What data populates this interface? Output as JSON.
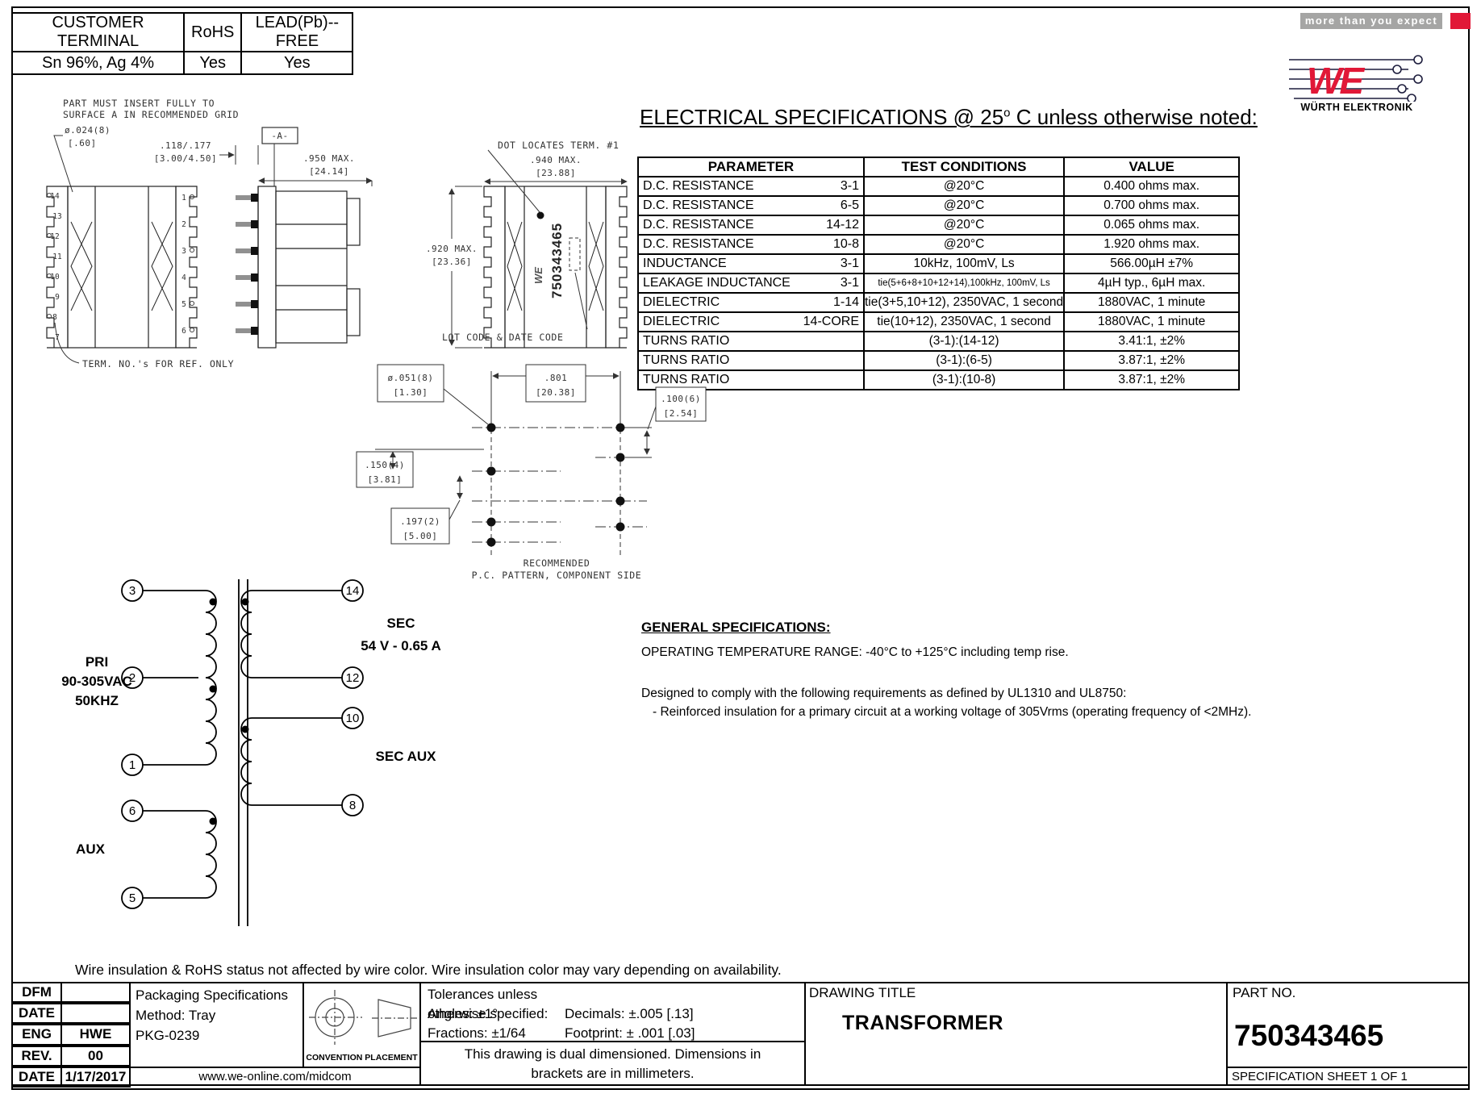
{
  "header": {
    "col1": "CUSTOMER TERMINAL",
    "col2": "RoHS",
    "col3": "LEAD(Pb)--FREE",
    "val1": "Sn 96%, Ag 4%",
    "val2": "Yes",
    "val3": "Yes"
  },
  "brand": {
    "tagline": "more than you expect",
    "logo": "WE",
    "company": "WÜRTH ELEKTRONIK",
    "red": "#e11837"
  },
  "spec_title": {
    "pre": "ELECTRICAL SPECIFICATIONS @ 25",
    "sup": "o",
    "post": " C unless otherwise noted:"
  },
  "spec_table": {
    "headers": [
      "PARAMETER",
      "TEST CONDITIONS",
      "VALUE"
    ],
    "rows": [
      {
        "param": "D.C. RESISTANCE",
        "pins": "3-1",
        "cond": "@20°C",
        "value": "0.400 ohms  max."
      },
      {
        "param": "D.C. RESISTANCE",
        "pins": "6-5",
        "cond": "@20°C",
        "value": "0.700 ohms  max."
      },
      {
        "param": "D.C. RESISTANCE",
        "pins": "14-12",
        "cond": "@20°C",
        "value": "0.065 ohms  max."
      },
      {
        "param": "D.C. RESISTANCE",
        "pins": "10-8",
        "cond": "@20°C",
        "value": "1.920 ohms  max."
      },
      {
        "param": "INDUCTANCE",
        "pins": "3-1",
        "cond": "10kHz, 100mV, Ls",
        "value": "566.00µH ±7%"
      },
      {
        "param": "LEAKAGE INDUCTANCE",
        "pins": "3-1",
        "cond": "tie(5+6+8+10+12+14),100kHz, 100mV, Ls",
        "value": "4µH typ., 6µH max.",
        "small": true
      },
      {
        "param": "DIELECTRIC",
        "pins": "1-14",
        "cond": "tie(3+5,10+12), 2350VAC, 1 second",
        "value": "1880VAC, 1 minute"
      },
      {
        "param": "DIELECTRIC",
        "pins": "14-CORE",
        "cond": "tie(10+12), 2350VAC, 1 second",
        "value": "1880VAC, 1 minute"
      },
      {
        "param": "TURNS RATIO",
        "pins": "",
        "cond": "(3-1):(14-12)",
        "value": "3.41:1, ±2%"
      },
      {
        "param": "TURNS RATIO",
        "pins": "",
        "cond": "(3-1):(6-5)",
        "value": "3.87:1, ±2%"
      },
      {
        "param": "TURNS RATIO",
        "pins": "",
        "cond": "(3-1):(10-8)",
        "value": "3.87:1, ±2%"
      }
    ]
  },
  "general": {
    "heading": "GENERAL SPECIFICATIONS:",
    "line1": "OPERATING TEMPERATURE RANGE: -40°C to +125°C including temp rise.",
    "line2": "Designed to comply with the following requirements as defined by UL1310 and UL8750:",
    "line3": "- Reinforced insulation for a primary circuit at a working voltage of 305Vrms (operating frequency of <2MHz)."
  },
  "drawing": {
    "insert_note_1": "PART MUST INSERT FULLY TO",
    "insert_note_2": "SURFACE A IN RECOMMENDED GRID",
    "dia_024": "ø.024(8)",
    "dia_024_mm": "[.60]",
    "dim_118": ".118/.177",
    "dim_118_mm": "[3.00/4.50]",
    "datum": "-A-",
    "dim_950": ".950 MAX.",
    "dim_950_mm": "[24.14]",
    "dim_940": ".940 MAX.",
    "dim_940_mm": "[23.88]",
    "dim_920": ".920 MAX.",
    "dim_920_mm": "[23.36]",
    "dot_note": "DOT LOCATES TERM. #1",
    "we_mark": "WE",
    "part_vertical": "750343465",
    "lot_note": "LOT CODE & DATE CODE",
    "term_note": "TERM. NO.'s FOR REF. ONLY",
    "dia_051": "ø.051(8)",
    "dia_051_mm": "[1.30]",
    "dim_801": ".801",
    "dim_801_mm": "[20.38]",
    "dim_100": ".100(6)",
    "dim_100_mm": "[2.54]",
    "dim_150": ".150(4)",
    "dim_150_mm": "[3.81]",
    "dim_197": ".197(2)",
    "dim_197_mm": "[5.00]",
    "pc_note_1": "RECOMMENDED",
    "pc_note_2": "P.C. PATTERN, COMPONENT SIDE",
    "left_terms": [
      "14",
      "13",
      "12",
      "11",
      "10",
      "9",
      "8",
      "7"
    ],
    "right_terms": [
      "1",
      "2",
      "3",
      "4",
      "5",
      "6"
    ]
  },
  "schematic": {
    "pri_1": "PRI",
    "pri_2": "90-305VAC",
    "pri_3": "50KHZ",
    "aux": "AUX",
    "sec_1": "SEC",
    "sec_2": "54 V - 0.65 A",
    "sec_aux": "SEC AUX",
    "t3": "3",
    "t2": "2",
    "t1": "1",
    "t6": "6",
    "t5": "5",
    "t14": "14",
    "t12": "12",
    "t10": "10",
    "t8": "8"
  },
  "wire_note": "Wire insulation & RoHS status not affected by wire color.  Wire insulation color may vary depending on availability.",
  "titleblock": {
    "rows": [
      {
        "label": "DFM",
        "value": ""
      },
      {
        "label": "DATE",
        "value": ""
      },
      {
        "label": "ENG",
        "value": "HWE"
      },
      {
        "label": "REV.",
        "value": "00"
      },
      {
        "label": "DATE",
        "value": "1/17/2017"
      }
    ],
    "packaging_1": "Packaging Specifications",
    "packaging_2": "Method: Tray",
    "packaging_3": "PKG-0239",
    "convention": "CONVENTION PLACEMENT",
    "website": "www.we-online.com/midcom",
    "tol_title": "Tolerances unless otherwise specified:",
    "tol_angles": "Angles: ±1°",
    "tol_decimals": "Decimals: ±.005 [.13]",
    "tol_fractions": "Fractions: ±1/64",
    "tol_footprint": "Footprint: ± .001 [.03]",
    "dual_1": "This drawing is dual dimensioned.  Dimensions in",
    "dual_2": "brackets are in millimeters.",
    "drawing_title_label": "DRAWING TITLE",
    "drawing_title": "TRANSFORMER",
    "part_no_label": "PART NO.",
    "part_no": "750343465",
    "sheet": "SPECIFICATION SHEET 1 OF 1"
  }
}
